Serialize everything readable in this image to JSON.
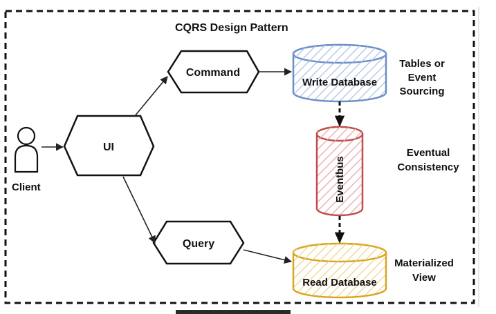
{
  "title": "CQRS Design Pattern",
  "nodes": {
    "client": {
      "label": "Client",
      "icon": "user-icon"
    },
    "ui": {
      "label": "UI"
    },
    "command": {
      "label": "Command"
    },
    "query": {
      "label": "Query"
    },
    "write_db": {
      "label": "Write Database",
      "color": "#6b8fc9"
    },
    "eventbus": {
      "label": "Eventbus",
      "color": "#c44b4b"
    },
    "read_db": {
      "label": "Read Database",
      "color": "#d9a520"
    }
  },
  "annotations": {
    "write_note": [
      "Tables or",
      "Event",
      "Sourcing"
    ],
    "eventual_note": [
      "Eventual",
      "Consistency"
    ],
    "read_note": [
      "Materialized",
      "View"
    ]
  }
}
